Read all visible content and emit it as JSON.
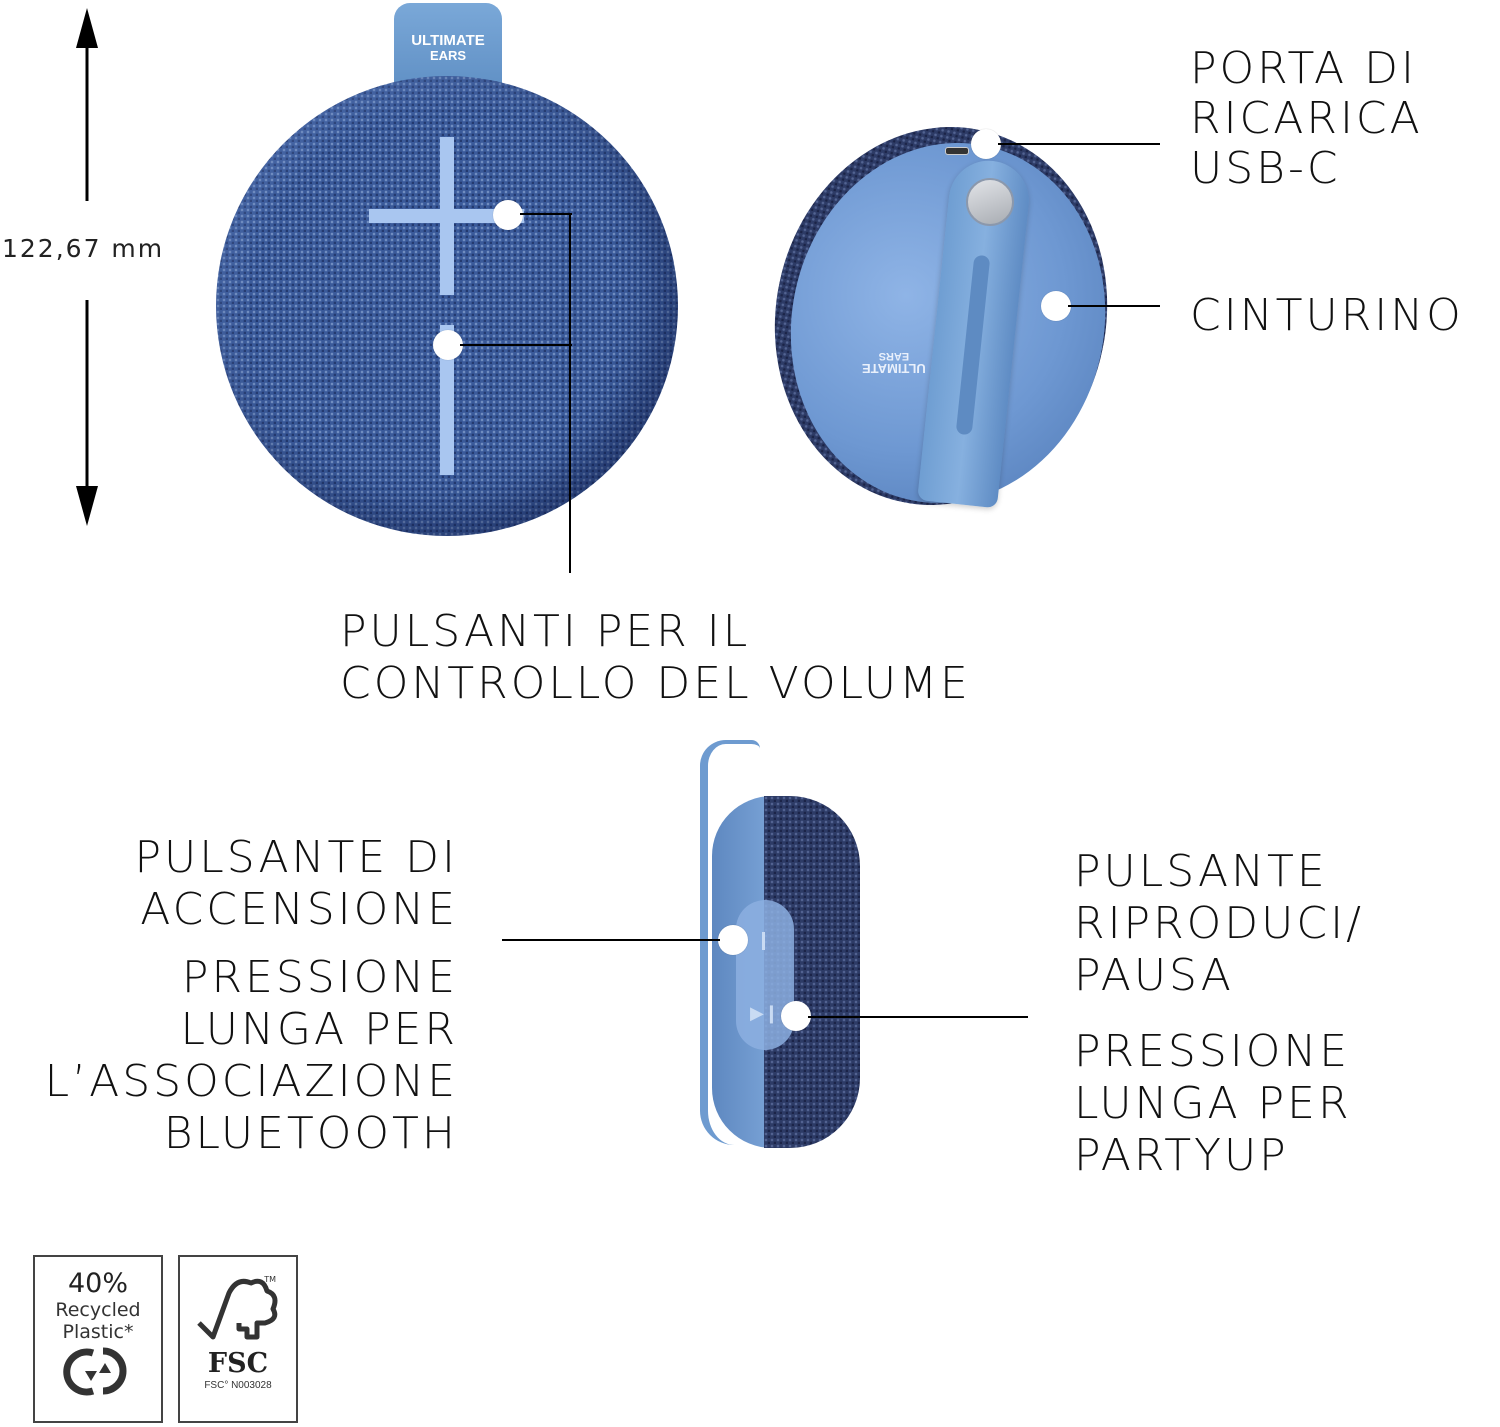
{
  "product": {
    "brand_tag_line1": "ULTIMATE",
    "brand_tag_line2": "EARS",
    "back_logo_line1": "ULTIMATE",
    "back_logo_line2": "EARS"
  },
  "dimension": {
    "height_label": "122,67 mm"
  },
  "callouts": {
    "volume_buttons": {
      "line1": "PULSANTI PER IL",
      "line2": "CONTROLLO DEL VOLUME"
    },
    "usb_port": {
      "line1": "PORTA DI",
      "line2": "RICARICA",
      "line3": "USB-C"
    },
    "strap": {
      "line1": "CINTURINO"
    },
    "power_button": {
      "title_line1": "PULSANTE DI",
      "title_line2": "ACCENSIONE",
      "desc_line1": "PRESSIONE",
      "desc_line2": "LUNGA PER",
      "desc_line3": "L’ASSOCIAZIONE",
      "desc_line4": "BLUETOOTH"
    },
    "play_pause_button": {
      "title_line1": "PULSANTE",
      "title_line2": "RIPRODUCI/",
      "title_line3": "PAUSA",
      "desc_line1": "PRESSIONE",
      "desc_line2": "LUNGA PER",
      "desc_line3": "PARTYUP"
    }
  },
  "badges": {
    "recycled": {
      "percent": "40%",
      "line1": "Recycled",
      "line2": "Plastic*"
    },
    "fsc": {
      "tm": "TM",
      "title": "FSC",
      "code": "FSC° N003028"
    }
  },
  "colors": {
    "fabric_blue": "#3a5a9a",
    "body_light_blue": "#6f9bd6",
    "strap_blue": "#7aa7d8",
    "tag_blue": "#6f9ed0",
    "button_icon_blue": "#a9c6f0",
    "dark_fabric": "#2d3b66",
    "leader_black": "#000000"
  }
}
